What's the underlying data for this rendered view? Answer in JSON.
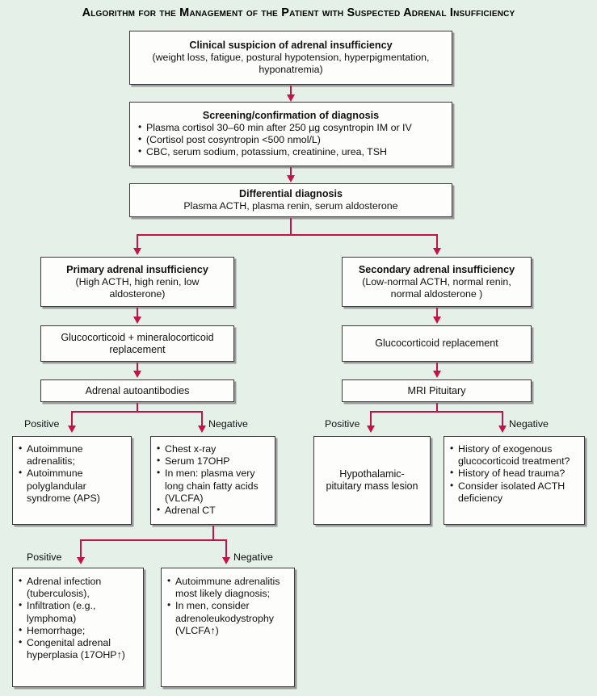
{
  "title": "Algorithm for the Management of the Patient with Suspected Adrenal Insufficiency",
  "colors": {
    "background": "#e4f0e8",
    "box_fill": "#fdfdfb",
    "box_border": "#3a3a3a",
    "box_shadow": "#9a9a9a",
    "connector": "#c2134a"
  },
  "nodes": {
    "clinical_suspicion": {
      "heading": "Clinical suspicion of adrenal insufficiency",
      "line1": "(weight loss, fatigue, postural hypotension, hyperpigmentation,",
      "line2": "hyponatremia)"
    },
    "screening": {
      "heading": "Screening/confirmation of diagnosis",
      "bullets": [
        "Plasma cortisol 30–60 min after 250 µg cosyntropin IM or IV",
        "CBC, serum sodium, potassium, creatinine, urea, TSH"
      ],
      "sub1": "(Cortisol post cosyntropin <500 nmol/L)"
    },
    "differential": {
      "heading": "Differential diagnosis",
      "line1": "Plasma ACTH, plasma renin, serum aldosterone"
    },
    "primary_ai": {
      "heading": "Primary adrenal insufficiency",
      "line1": "(High ACTH, high renin, low",
      "line2": "aldosterone)"
    },
    "secondary_ai": {
      "heading": "Secondary adrenal insufficiency",
      "line1": "(Low-normal ACTH, normal renin,",
      "line2": "normal aldosterone )"
    },
    "gc_mc_replacement": {
      "line1": "Glucocorticoid + mineralocorticoid",
      "line2": "replacement"
    },
    "gc_replacement": {
      "line1": "Glucocorticoid replacement"
    },
    "adrenal_autoantibodies": {
      "line1": "Adrenal autoantibodies"
    },
    "mri_pituitary": {
      "line1": "MRI Pituitary"
    },
    "autoimmune_adrenalitis": {
      "bullets": [
        "Autoimmune adrenalitis;",
        "Autoimmune polyglandular syndrome (APS)"
      ]
    },
    "chest_xray_workup": {
      "bullets": [
        "Chest x-ray",
        "Serum 17OHP",
        "In men: plasma very long chain fatty acids (VLCFA)",
        "Adrenal CT"
      ]
    },
    "hypothalamic_mass": {
      "line1": "Hypothalamic-",
      "line2": "pituitary mass lesion"
    },
    "secondary_causes": {
      "bullets": [
        "History of exogenous glucocorticoid treatment?",
        "History of head trauma?",
        "Consider isolated ACTH deficiency"
      ]
    },
    "adrenal_infection": {
      "bullets": [
        "Adrenal infection (tuberculosis),",
        "Infiltration (e.g., lymphoma)",
        "Hemorrhage;",
        "Congenital adrenal hyperplasia (17OHP↑)"
      ]
    },
    "autoimmune_likely": {
      "bullets": [
        "Autoimmune adrenalitis most likely diagnosis;",
        "In men, consider adrenoleukodystrophy (VLCFA↑)"
      ]
    }
  },
  "edge_labels": {
    "left_positive": "Positive",
    "left_negative": "Negative",
    "right_positive": "Positive",
    "right_negative": "Negative",
    "bottom_positive": "Positive",
    "bottom_negative": "Negative"
  }
}
